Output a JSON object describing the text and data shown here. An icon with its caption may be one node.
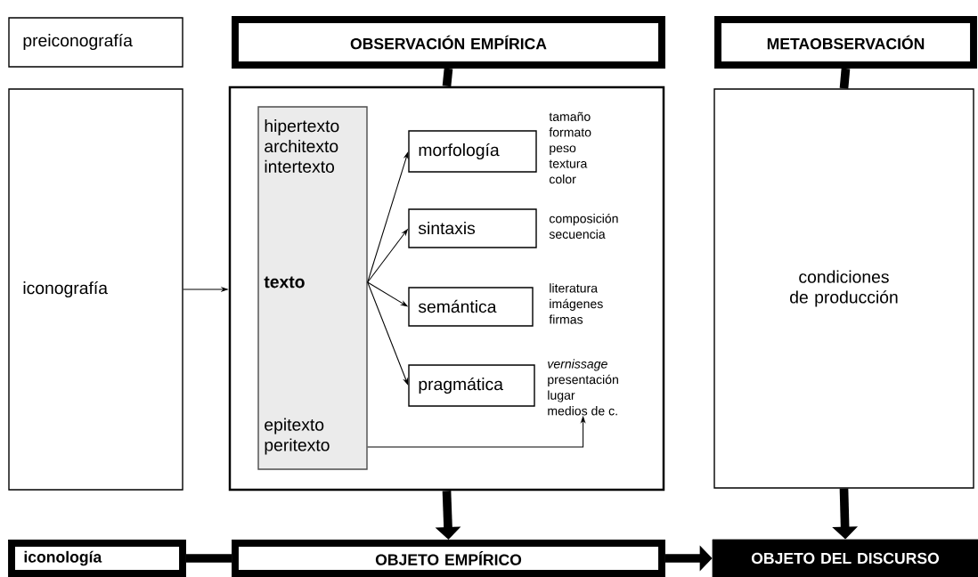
{
  "diagram": {
    "nodes": [
      {
        "text": [
          "preiconografía"
        ]
      },
      {
        "text": [
          "OBSERVACIÓN EMPÍRICA"
        ]
      },
      {
        "text": [
          "METAOBSERVACIÓN"
        ]
      },
      {
        "text": [
          "iconografía"
        ]
      },
      {
        "text": [],
        "shape": "box"
      },
      {
        "text": [
          "hipertexto architexto intertexto",
          "texto",
          "epitexto peritexto"
        ],
        "in": 4
      },
      {
        "text": [
          "morfología"
        ],
        "in": 4,
        "beside": [
          "tamaño",
          "formato",
          "peso",
          "textura",
          "color"
        ]
      },
      {
        "text": [
          "sintaxis"
        ],
        "in": 4,
        "beside": [
          "composición",
          "secuencia"
        ]
      },
      {
        "text": [
          "semántica"
        ],
        "in": 4,
        "beside": [
          "literatura",
          "imágenes",
          "firmas"
        ]
      },
      {
        "text": [
          "pragmática"
        ],
        "in": 4
      },
      {
        "text": [
          "vernissage",
          "presentación",
          "lugar",
          "medios de c."
        ],
        "in": 4
      },
      {
        "text": [
          "condiciones de producción"
        ]
      },
      {
        "text": [
          "iconología"
        ]
      },
      {
        "text": [
          "OBJETO EMPÍRICO"
        ]
      },
      {
        "text": [
          "OBJETO DEL DISCURSO"
        ]
      }
    ],
    "edges": [
      {
        "from": 1,
        "to": 4,
        "arrow": "none",
        "style": "thick"
      },
      {
        "from": 2,
        "to": 11,
        "arrow": "none",
        "style": "thick"
      },
      {
        "from": 3,
        "to": 4,
        "arrow": "to"
      },
      {
        "from": 5,
        "to": 6,
        "arrow": "to"
      },
      {
        "from": 5,
        "to": 7,
        "arrow": "to"
      },
      {
        "from": 5,
        "to": 8,
        "arrow": "to"
      },
      {
        "from": 5,
        "to": 9,
        "arrow": "to"
      },
      {
        "from": 5,
        "to": 10,
        "arrow": "to"
      },
      {
        "from": 4,
        "to": 13,
        "arrow": "to",
        "style": "thick"
      },
      {
        "from": 11,
        "to": 14,
        "arrow": "to",
        "style": "thick"
      },
      {
        "from": 12,
        "to": 13,
        "arrow": "none",
        "style": "thick"
      },
      {
        "from": 13,
        "to": 14,
        "arrow": "to",
        "style": "thick"
      }
    ]
  }
}
